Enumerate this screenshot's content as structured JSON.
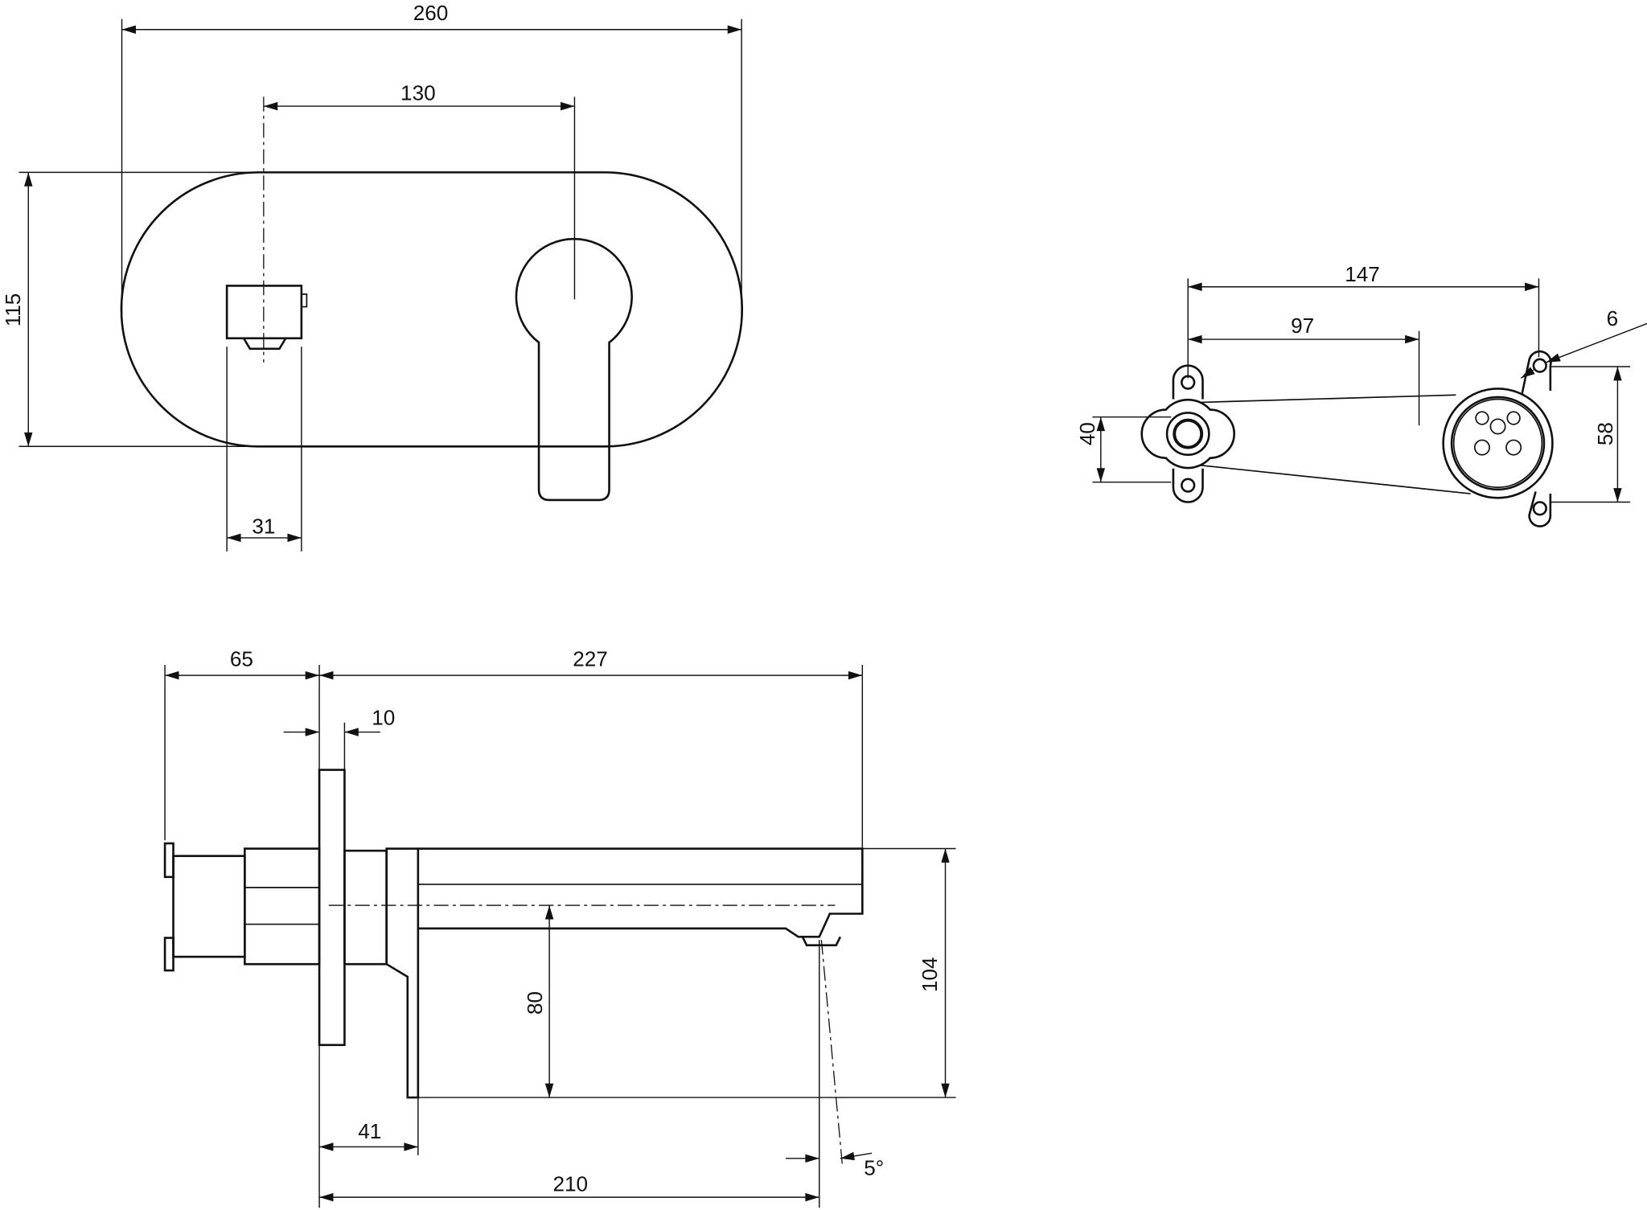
{
  "front_view": {
    "dims": {
      "width": "260",
      "center_spacing": "130",
      "height": "115",
      "knob_width": "31"
    }
  },
  "plan_view": {
    "dims": {
      "total_length": "147",
      "center_length": "97",
      "hole_diameter": "6",
      "left_spacing": "40",
      "right_spacing": "58"
    }
  },
  "side_view": {
    "dims": {
      "body_depth": "65",
      "spout_reach": "227",
      "plate_thickness": "10",
      "outlet_height": "80",
      "total_height": "104",
      "lever_offset": "41",
      "outlet_reach": "210",
      "angle": "5°"
    }
  }
}
